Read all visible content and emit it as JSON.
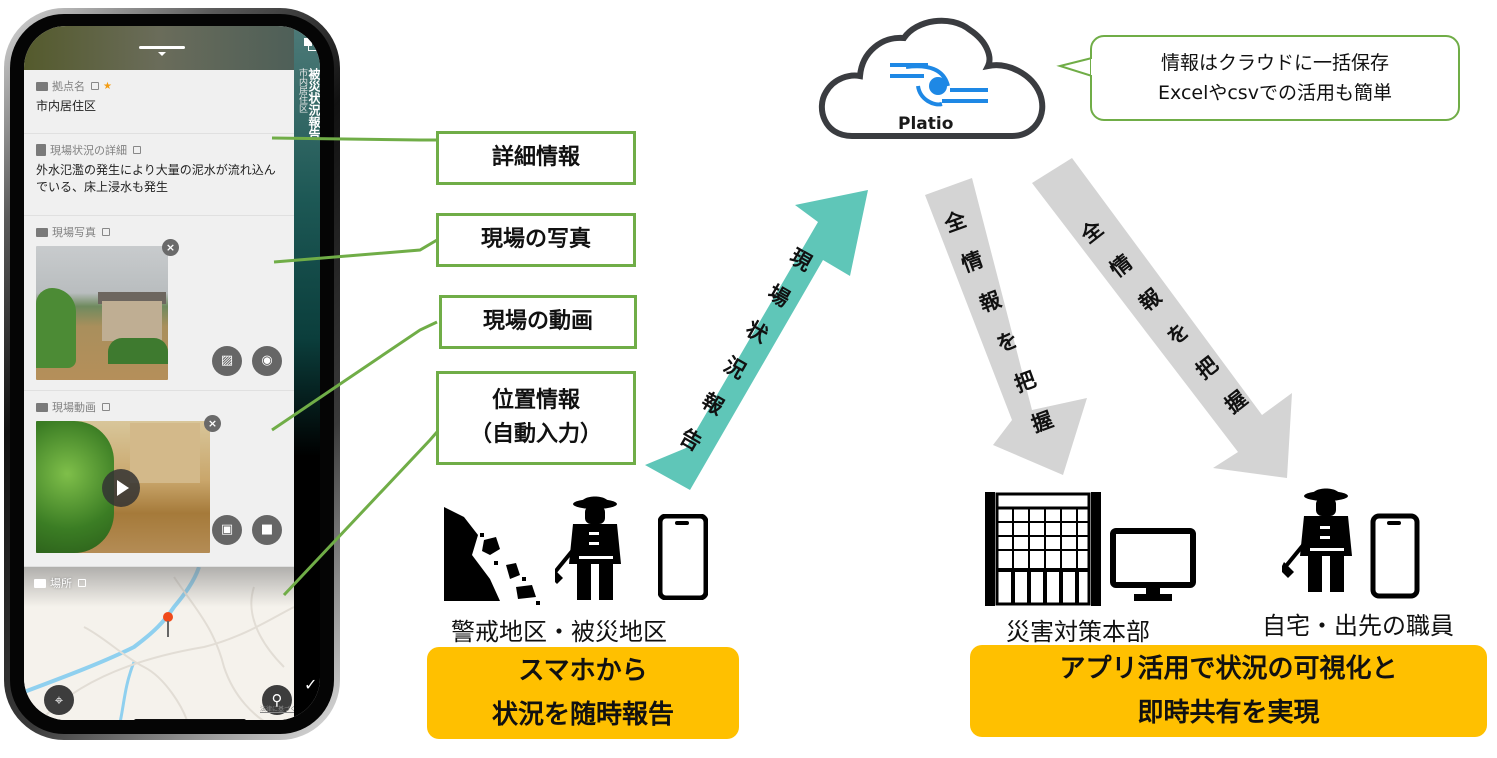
{
  "phone": {
    "panel_title": "被災状況報告",
    "panel_subtitle": "市内居住区",
    "fields": [
      {
        "label": "拠点名",
        "value": "市内居住区",
        "required": true
      },
      {
        "label": "現場状況の詳細",
        "value": "外水氾濫の発生により大量の泥水が流れ込んでいる、床上浸水も発生"
      },
      {
        "label": "現場写真"
      },
      {
        "label": "現場動画"
      },
      {
        "label": "場所"
      }
    ],
    "map_legal_text": "法律に基づく情報",
    "icons": {
      "copy": "copy-icon",
      "close": "close-icon",
      "gallery": "image-gallery-icon",
      "camera": "camera-icon",
      "video_library": "video-library-icon",
      "video_camera": "video-camera-icon",
      "play": "play-icon",
      "locate": "crosshair-icon",
      "search": "search-icon",
      "check": "check-icon",
      "pin": "map-pin-icon"
    },
    "close_glyph": "×",
    "check_glyph": "✓"
  },
  "callouts": [
    {
      "text": "詳細情報"
    },
    {
      "text": "現場の写真"
    },
    {
      "text": "現場の動画"
    },
    {
      "text": "位置情報\n（自動入力）",
      "line1": "位置情報",
      "line2": "（自動入力）"
    }
  ],
  "report_arrow": {
    "text": "現場状況報告",
    "color": "#5fc6b8"
  },
  "grasp_arrows": [
    {
      "text": "全情報を把握",
      "color": "#d4d4d4"
    },
    {
      "text": "全情報を把握",
      "color": "#d4d4d4"
    }
  ],
  "cloud": {
    "brand": "Platio",
    "logo_color": "#1e88e5"
  },
  "speech_bubble": {
    "line1": "情報はクラウドに一括保存",
    "line2": "Excelやcsvでの活用も簡単"
  },
  "field_side": {
    "caption": "警戒地区・被災地区",
    "box_line1": "スマホから",
    "box_line2": "状況を随時報告"
  },
  "hq_side": {
    "caption_hq": "災害対策本部",
    "caption_staff": "自宅・出先の職員",
    "box_line1": "アプリ活用で状況の可視化と",
    "box_line2": "即時共有を実現"
  },
  "colors": {
    "callout_border": "#70ad47",
    "highlight_box": "#ffc000",
    "teal_arrow": "#5fc6b8",
    "gray_arrow": "#d4d4d4"
  }
}
